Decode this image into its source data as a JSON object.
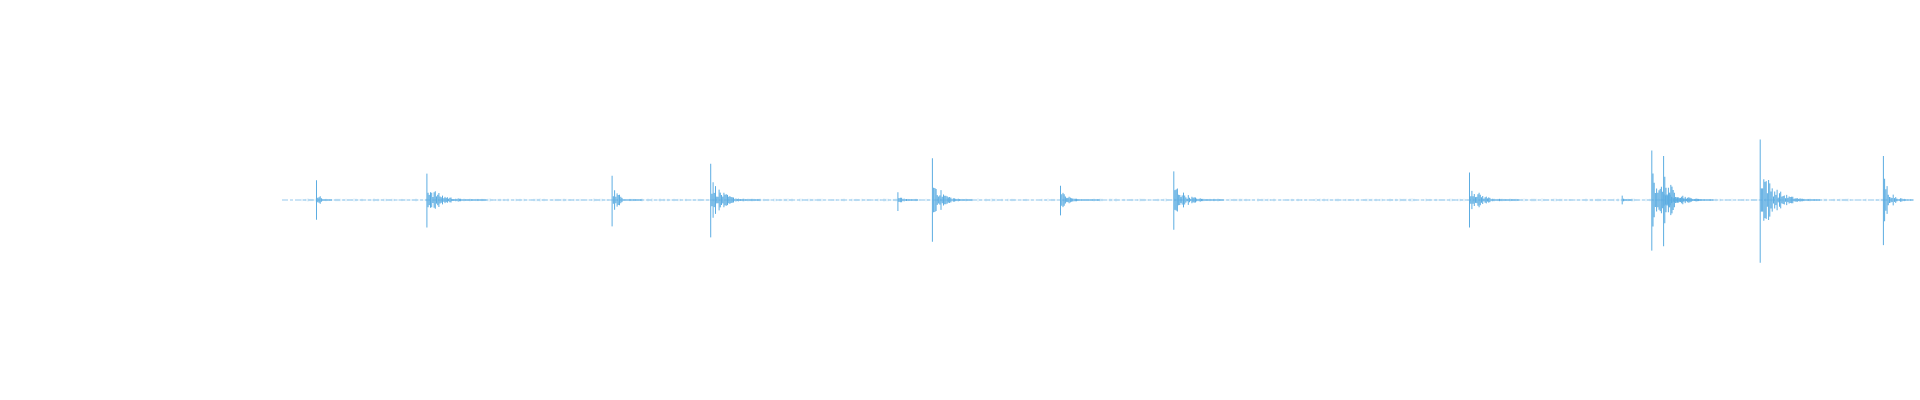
{
  "waveform": {
    "color": "#5dade2",
    "baseline_color": "#5dade2",
    "start_time": 0.0,
    "end_time": 16.5,
    "amplitude_range": [
      -1.0,
      1.0
    ],
    "transients": [
      {
        "time": 0.35,
        "peak": 0.18,
        "trough": 0.18,
        "tail": 0.15
      },
      {
        "time": 1.47,
        "peak": 0.24,
        "trough": 0.25,
        "tail": 0.6
      },
      {
        "time": 3.35,
        "peak": 0.22,
        "trough": 0.24,
        "tail": 0.3
      },
      {
        "time": 4.35,
        "peak": 0.33,
        "trough": 0.34,
        "tail": 0.5
      },
      {
        "time": 6.25,
        "peak": 0.07,
        "trough": 0.1,
        "tail": 0.2
      },
      {
        "time": 6.6,
        "peak": 0.38,
        "trough": 0.38,
        "tail": 0.4
      },
      {
        "time": 7.9,
        "peak": 0.13,
        "trough": 0.14,
        "tail": 0.4
      },
      {
        "time": 9.05,
        "peak": 0.26,
        "trough": 0.27,
        "tail": 0.5
      },
      {
        "time": 12.05,
        "peak": 0.25,
        "trough": 0.25,
        "tail": 0.5
      },
      {
        "time": 13.6,
        "peak": 0.04,
        "trough": 0.04,
        "tail": 0.1
      },
      {
        "time": 13.9,
        "peak": 0.45,
        "trough": 0.46,
        "tail": 0.5
      },
      {
        "time": 14.02,
        "peak": 0.4,
        "trough": 0.42,
        "tail": 0.5
      },
      {
        "time": 15.0,
        "peak": 0.55,
        "trough": 0.57,
        "tail": 0.6
      },
      {
        "time": 16.25,
        "peak": 0.4,
        "trough": 0.41,
        "tail": 0.3
      }
    ]
  }
}
